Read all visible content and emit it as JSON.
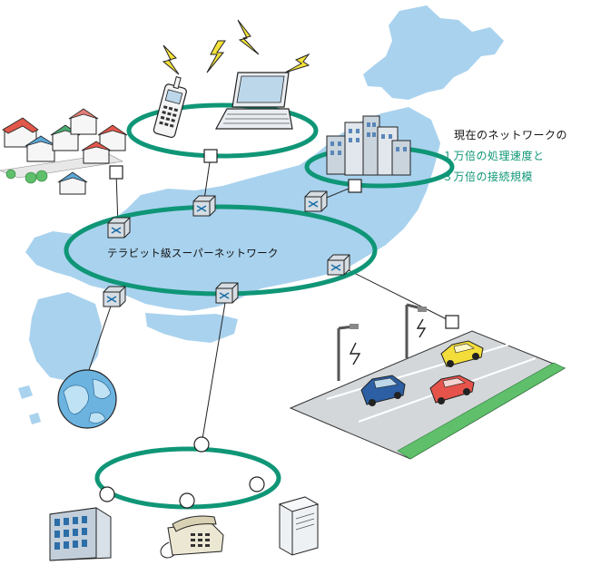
{
  "colors": {
    "ring": "#0f9677",
    "japan": "#a9d2ee",
    "highlight": "#0f9677",
    "text": "#111111"
  },
  "labels": {
    "network_name": "テラビット級スーパーネットワーク",
    "caption_line1": "現在のネットワークの",
    "caption_line2": "１万倍の処理速度と",
    "caption_line3": "３万倍の接続規模"
  },
  "icons": [
    "mobile-phone-icon",
    "laptop-icon",
    "city-buildings-icon",
    "houses-icon",
    "globe-icon",
    "office-building-icon",
    "telephone-icon",
    "server-icon",
    "cars-icon",
    "street-light-icon",
    "router-icon",
    "node-icon"
  ]
}
